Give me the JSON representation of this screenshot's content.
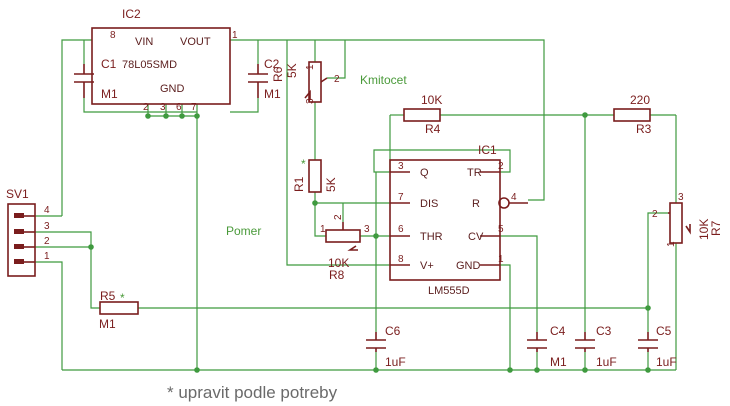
{
  "labels": {
    "ic2": "IC2",
    "ic2_vin": "VIN",
    "ic2_vout": "VOUT",
    "ic2_value": "78L05SMD",
    "ic2_gnd": "GND",
    "c1": "C1",
    "c1_value": "M1",
    "c2": "C2",
    "c2_value": "M1",
    "r6": "R6",
    "r6_value": "5K",
    "kmitocet": "Kmitocet",
    "r4_value": "10K",
    "r4": "R4",
    "r3_value": "220",
    "r3": "R3",
    "ic1": "IC1",
    "q": "Q",
    "tr": "TR",
    "dis": "DIS",
    "r": "R",
    "thr": "THR",
    "cv": "CV",
    "vplus": "V+",
    "gnd": "GND",
    "lm555d": "LM555D",
    "r1": "R1",
    "r1_value": "5K",
    "asterisk": "*",
    "pomer": "Pomer",
    "r8_value": "10K",
    "r8": "R8",
    "r7_value": "10K",
    "r7": "R7",
    "c6": "C6",
    "c6_value": "1uF",
    "c4": "C4",
    "c4_value": "M1",
    "c3": "C3",
    "c3_value": "1uF",
    "c5": "C5",
    "c5_value": "1uF",
    "sv1": "SV1",
    "r5": "R5",
    "r5_value": "M1",
    "pin1": "1",
    "pin2": "2",
    "pin3": "3",
    "pin4": "4",
    "pin5": "5",
    "pin6": "6",
    "pin7": "7",
    "pin8": "8",
    "footnote": "* upravit podle potreby"
  },
  "colors": {
    "wire": "#3f9a3f",
    "symbol": "#7a1d1d",
    "net_label": "#4a9a3a",
    "footnote": "#6a6a6a",
    "background": "#ffffff"
  }
}
